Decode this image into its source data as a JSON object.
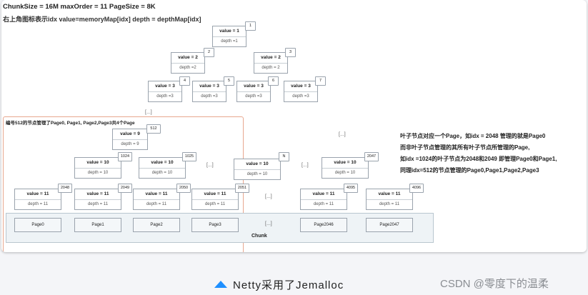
{
  "header": {
    "line1": "ChunkSize = 16M maxOrder = 11 PageSize = 8K",
    "line2": "右上角图标表示idx value=memoryMap[idx] depth = depthMap[idx]"
  },
  "nodes": [
    {
      "value": "value = 1",
      "depth": "depth =1",
      "idx": "1"
    },
    {
      "value": "value = 2",
      "depth": "depth =2",
      "idx": "2"
    },
    {
      "value": "value = 2",
      "depth": "depth = 2",
      "idx": "3"
    },
    {
      "value": "value = 3",
      "depth": "depth =3",
      "idx": "4"
    },
    {
      "value": "value = 3",
      "depth": "depth =3",
      "idx": "5"
    },
    {
      "value": "value = 3",
      "depth": "depth =3",
      "idx": "6"
    },
    {
      "value": "value = 3",
      "depth": "depth =3",
      "idx": "7"
    },
    {
      "value": "value = 9",
      "depth": "depth = 9",
      "idx": "512"
    },
    {
      "value": "value = 10",
      "depth": "depth = 10",
      "idx": "1024"
    },
    {
      "value": "value = 10",
      "depth": "depth = 10",
      "idx": "1025"
    },
    {
      "value": "value = 10",
      "depth": "depth = 10",
      "idx": "N"
    },
    {
      "value": "value = 10",
      "depth": "depth = 10",
      "idx": "2047"
    },
    {
      "value": "value = 11",
      "depth": "depth = 11",
      "idx": "2048"
    },
    {
      "value": "value = 11",
      "depth": "depth = 11",
      "idx": "2049"
    },
    {
      "value": "value = 11",
      "depth": "depth = 11",
      "idx": "2050"
    },
    {
      "value": "value = 11",
      "depth": "depth = 11",
      "idx": "2051"
    },
    {
      "value": "value = 11",
      "depth": "depth = 11",
      "idx": "4095"
    },
    {
      "value": "value = 11",
      "depth": "depth = 11",
      "idx": "4096"
    }
  ],
  "subtree_label": "编号512的节点管理了Page0, Page1, Page2,Page3共4个Page",
  "ellipsis": "[...]",
  "pages": [
    "Page0",
    "Page1",
    "Page2",
    "Page3",
    "Page2046",
    "Page2047"
  ],
  "chunk_label": "Chunk",
  "notes": [
    "叶子节点对应一个Page，如idx = 2048 管理的就是Page0",
    "而非叶子节点管理的其所有叶子节点所管理的Page,",
    "如idx =1024的叶子节点为2048和2049 即管理Page0和Page1,",
    "同理idx=512的节点管理的Page0,Page1,Page2,Page3"
  ],
  "caption": "Netty采用了Jemalloc",
  "watermark": "CSDN @零度下的温柔"
}
